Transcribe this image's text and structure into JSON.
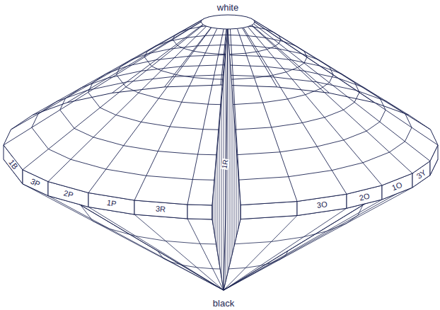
{
  "diagram": {
    "labels": [
      "white",
      "black",
      "1B",
      "3P",
      "2P",
      "1P",
      "3R",
      "1R",
      "3O",
      "2O",
      "1O",
      "3Y"
    ]
  }
}
